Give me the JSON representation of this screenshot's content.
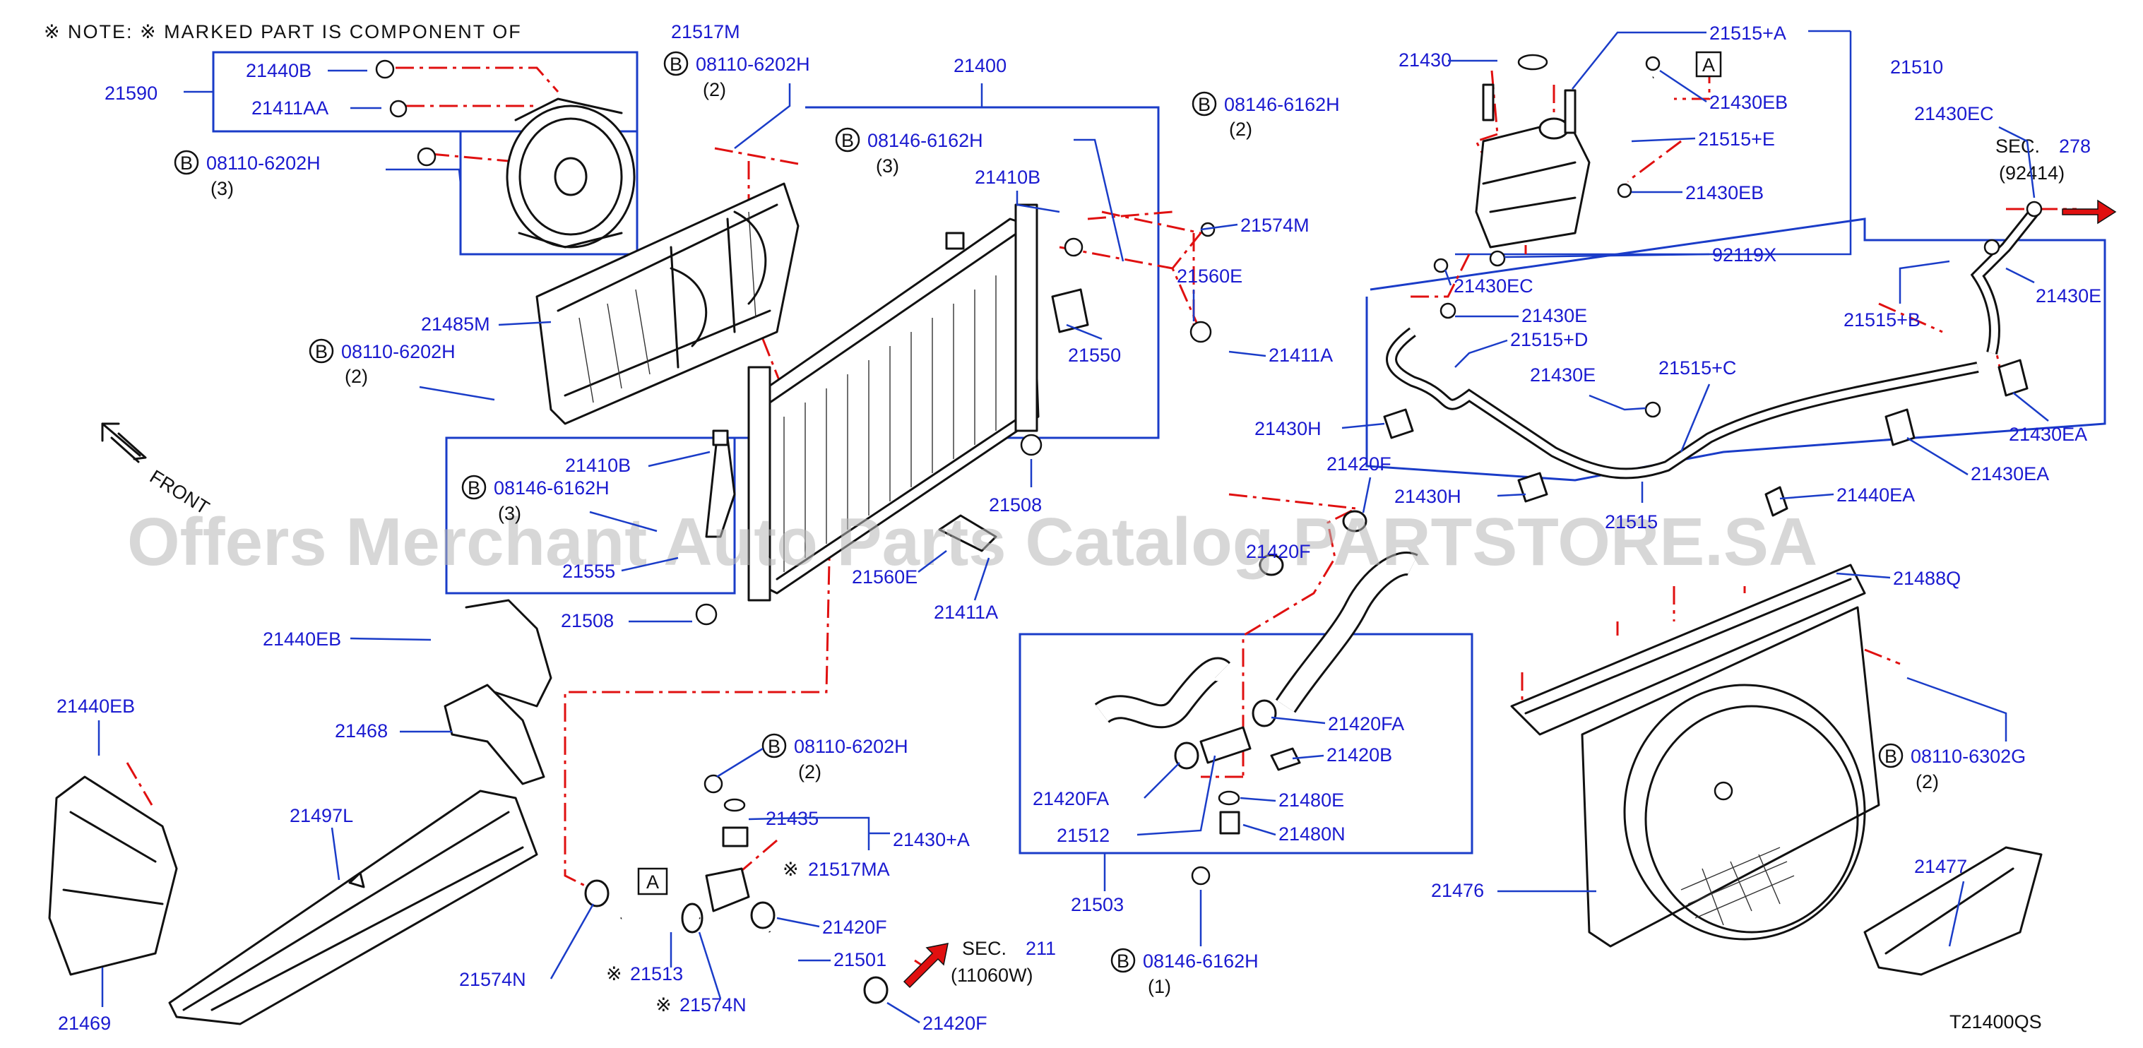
{
  "note": "NOTE:  ※ MARKED  PART  IS  COMPONENT  OF",
  "watermark": "Offers Merchant Auto Parts Catalog PARTSTORE.SA",
  "diagram_code": "T21400QS",
  "front_label": "FRONT",
  "bolt_marker": "B",
  "ref_marker": "A",
  "sections": {
    "sec278": {
      "prefix": "SEC.",
      "number": "278",
      "ref": "(92414)"
    },
    "sec211": {
      "prefix": "SEC.",
      "number": "211",
      "ref": "(11060W)"
    }
  },
  "bolts": {
    "b1": {
      "code": "08110-6202H",
      "qty": "(2)"
    },
    "b2": {
      "code": "08146-6162H",
      "qty": "(2)"
    },
    "b3": {
      "code": "08110-6202H",
      "qty": "(3)"
    },
    "b4": {
      "code": "08146-6162H",
      "qty": "(3)"
    },
    "b5": {
      "code": "08110-6202H",
      "qty": "(2)"
    },
    "b6": {
      "code": "08146-6162H",
      "qty": "(3)"
    },
    "b7": {
      "code": "08110-6202H",
      "qty": "(2)"
    },
    "b8": {
      "code": "08110-6302G",
      "qty": "(2)"
    },
    "b9": {
      "code": "08146-6162H",
      "qty": "(1)"
    }
  },
  "parts": {
    "p21517M": "21517M",
    "p21400": "21400",
    "p21440B": "21440B",
    "p21411AA": "21411AA",
    "p21590": "21590",
    "p21410B_top": "21410B",
    "p21574M": "21574M",
    "p21560E_top": "21560E",
    "p21411A_top": "21411A",
    "p21550": "21550",
    "p21485M": "21485M",
    "p21410B_mid": "21410B",
    "p21508_mid": "21508",
    "p21555": "21555",
    "p21560E_bot": "21560E",
    "p21411A_bot": "21411A",
    "p21508_bot": "21508",
    "p21440EB_a": "21440EB",
    "p21468": "21468",
    "p21440EB_b": "21440EB",
    "p21497L": "21497L",
    "p21469": "21469",
    "p21435": "21435",
    "p21430A": "21430+A",
    "p21517MA": "21517MA",
    "p21420F_a": "21420F",
    "p21501": "21501",
    "p21420F_b": "21420F",
    "p21574N_a": "21574N",
    "p21513": "21513",
    "p21574N_b": "21574N",
    "p21420F_c": "21420F",
    "p21420F_d": "21420F",
    "p21420FA_a": "21420FA",
    "p21420B": "21420B",
    "p21420FA_b": "21420FA",
    "p21480E": "21480E",
    "p21512": "21512",
    "p21480N": "21480N",
    "p21503": "21503",
    "p21430": "21430",
    "p21515A": "21515+A",
    "p21510": "21510",
    "p21430EB_a": "21430EB",
    "p21515E": "21515+E",
    "p21430EB_b": "21430EB",
    "p92119X": "92119X",
    "p21430EC_a": "21430EC",
    "p21430EC_b": "21430EC",
    "p21430E_a": "21430E",
    "p21515D": "21515+D",
    "p21430E_b": "21430E",
    "p21515C": "21515+C",
    "p21430E_c": "21430E",
    "p21515B": "21515+B",
    "p21430H_a": "21430H",
    "p21430H_b": "21430H",
    "p21515": "21515",
    "p21430EA_a": "21430EA",
    "p21430EA_b": "21430EA",
    "p21440EA": "21440EA",
    "p21488Q": "21488Q",
    "p21476": "21476",
    "p21477": "21477"
  }
}
